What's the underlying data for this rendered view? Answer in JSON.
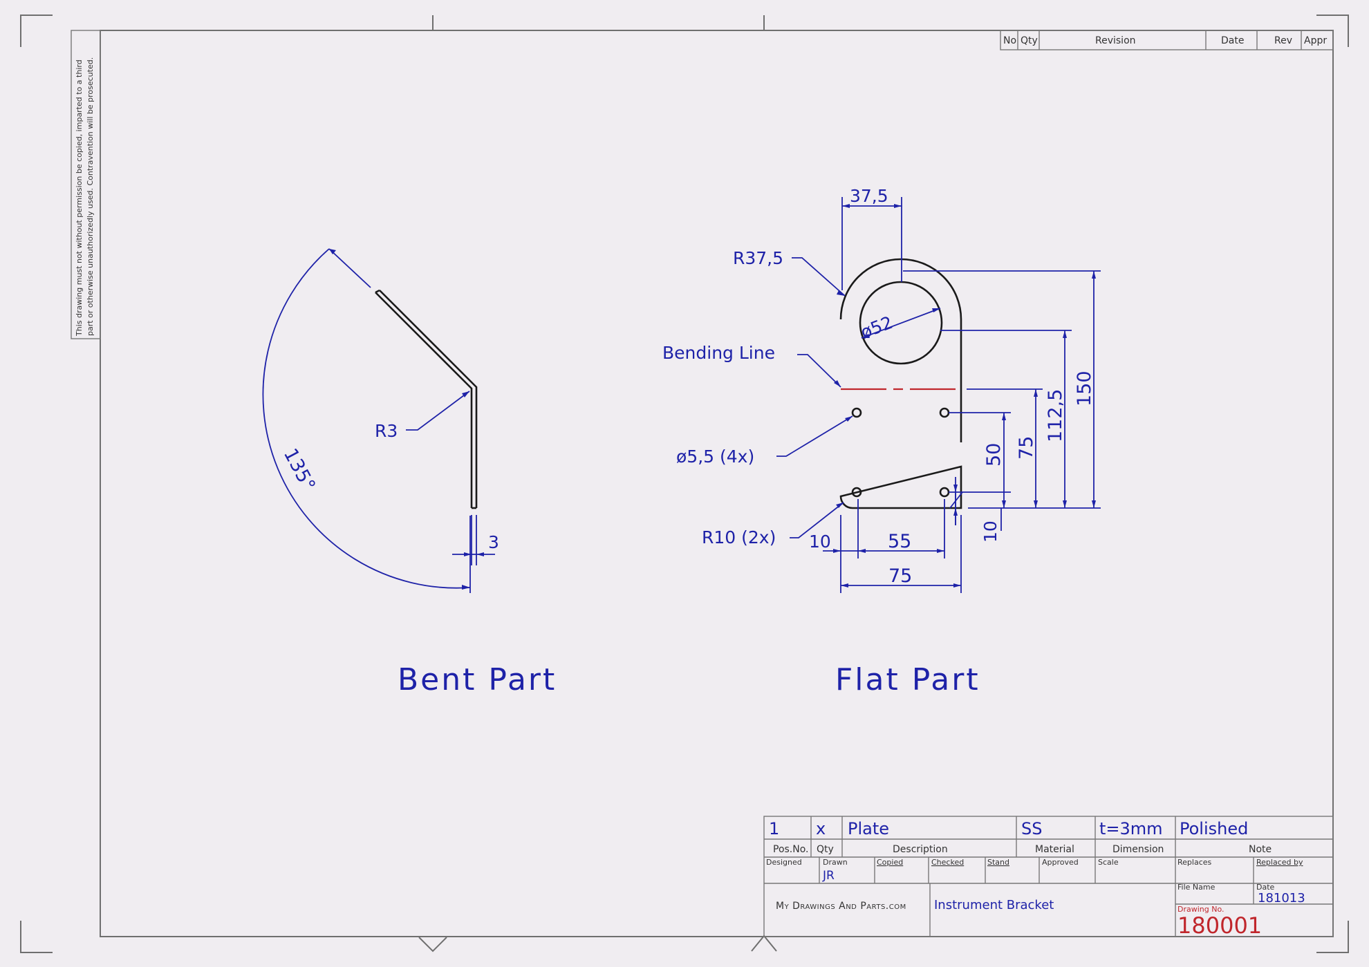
{
  "copyright_note": {
    "line1": "This drawing must not without permission be copied, imparted to a third",
    "line2": "part or otherwise unauthorizedly used. Contravention will be prosecuted."
  },
  "revision_table": {
    "headers": [
      "No",
      "Qty",
      "Revision",
      "Date",
      "Rev",
      "Appr"
    ]
  },
  "bent_part": {
    "title": "Bent Part",
    "radius_label": "R3",
    "angle_label": "135°",
    "thickness_label": "3"
  },
  "flat_part": {
    "title": "Flat Part",
    "width_top_label": "37,5",
    "radius_top_label": "R37,5",
    "hole_diameter_label": "ø52",
    "bending_line_label": "Bending Line",
    "small_holes_label": "ø5,5 (4x)",
    "corner_radius_label": "R10 (2x)",
    "dim_10_left": "10",
    "dim_55": "55",
    "dim_75_bottom": "75",
    "dim_10_right": "10",
    "dim_50": "50",
    "dim_75_right": "75",
    "dim_112_5": "112,5",
    "dim_150": "150"
  },
  "title_block": {
    "pos_no": "1",
    "qty": "x",
    "description": "Plate",
    "material": "SS",
    "dimension": "t=3mm",
    "note": "Polished",
    "headers": {
      "pos_no": "Pos.No.",
      "qty": "Qty",
      "description": "Description",
      "material": "Material",
      "dimension": "Dimension",
      "note": "Note"
    },
    "small_headers": {
      "designed": "Designed",
      "drawn": "Drawn",
      "copied": "Copied",
      "checked": "Checked",
      "stand": "Stand",
      "approved": "Approved",
      "scale": "Scale",
      "replaces": "Replaces",
      "replaced_by": "Replaced by",
      "file_name": "File Name",
      "date": "Date",
      "drawing_no": "Drawing No."
    },
    "drawn_by": "JR",
    "company": "My Drawings And Parts.com",
    "drawing_title": "Instrument Bracket",
    "date_value": "181013",
    "drawing_number": "180001"
  },
  "colors": {
    "background": "#f0edf1",
    "dimension_blue": "#1e22a8",
    "bending_line_red": "#c0262c",
    "drawing_number_red": "#c0262c"
  }
}
